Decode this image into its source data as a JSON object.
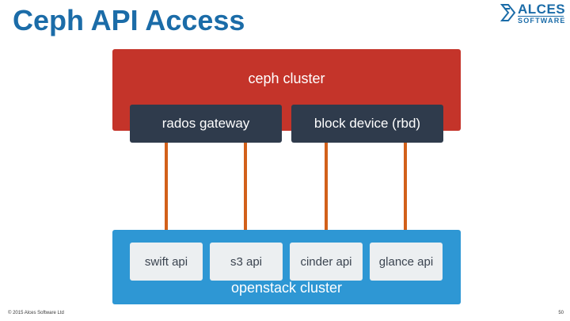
{
  "slide": {
    "title": "Ceph API Access",
    "footer_copyright": "© 2015 Alces Software Ltd",
    "page_number": "50"
  },
  "logo": {
    "name": "ALCES",
    "subtitle": "SOFTWARE",
    "mark": "alces-logo-mark"
  },
  "diagram": {
    "ceph": {
      "label": "ceph cluster",
      "color": "#c4342a",
      "services": [
        {
          "label": "rados gateway"
        },
        {
          "label": "block device (rbd)"
        }
      ]
    },
    "openstack": {
      "label": "openstack cluster",
      "color": "#2e97d4",
      "apis": [
        {
          "label": "swift api"
        },
        {
          "label": "s3 api"
        },
        {
          "label": "cinder api"
        },
        {
          "label": "glance api"
        }
      ]
    },
    "connector_color": "#d2601a",
    "connectors": [
      {
        "from": "rados gateway",
        "to": "swift api"
      },
      {
        "from": "rados gateway",
        "to": "s3 api"
      },
      {
        "from": "block device (rbd)",
        "to": "cinder api"
      },
      {
        "from": "block device (rbd)",
        "to": "glance api"
      }
    ]
  }
}
